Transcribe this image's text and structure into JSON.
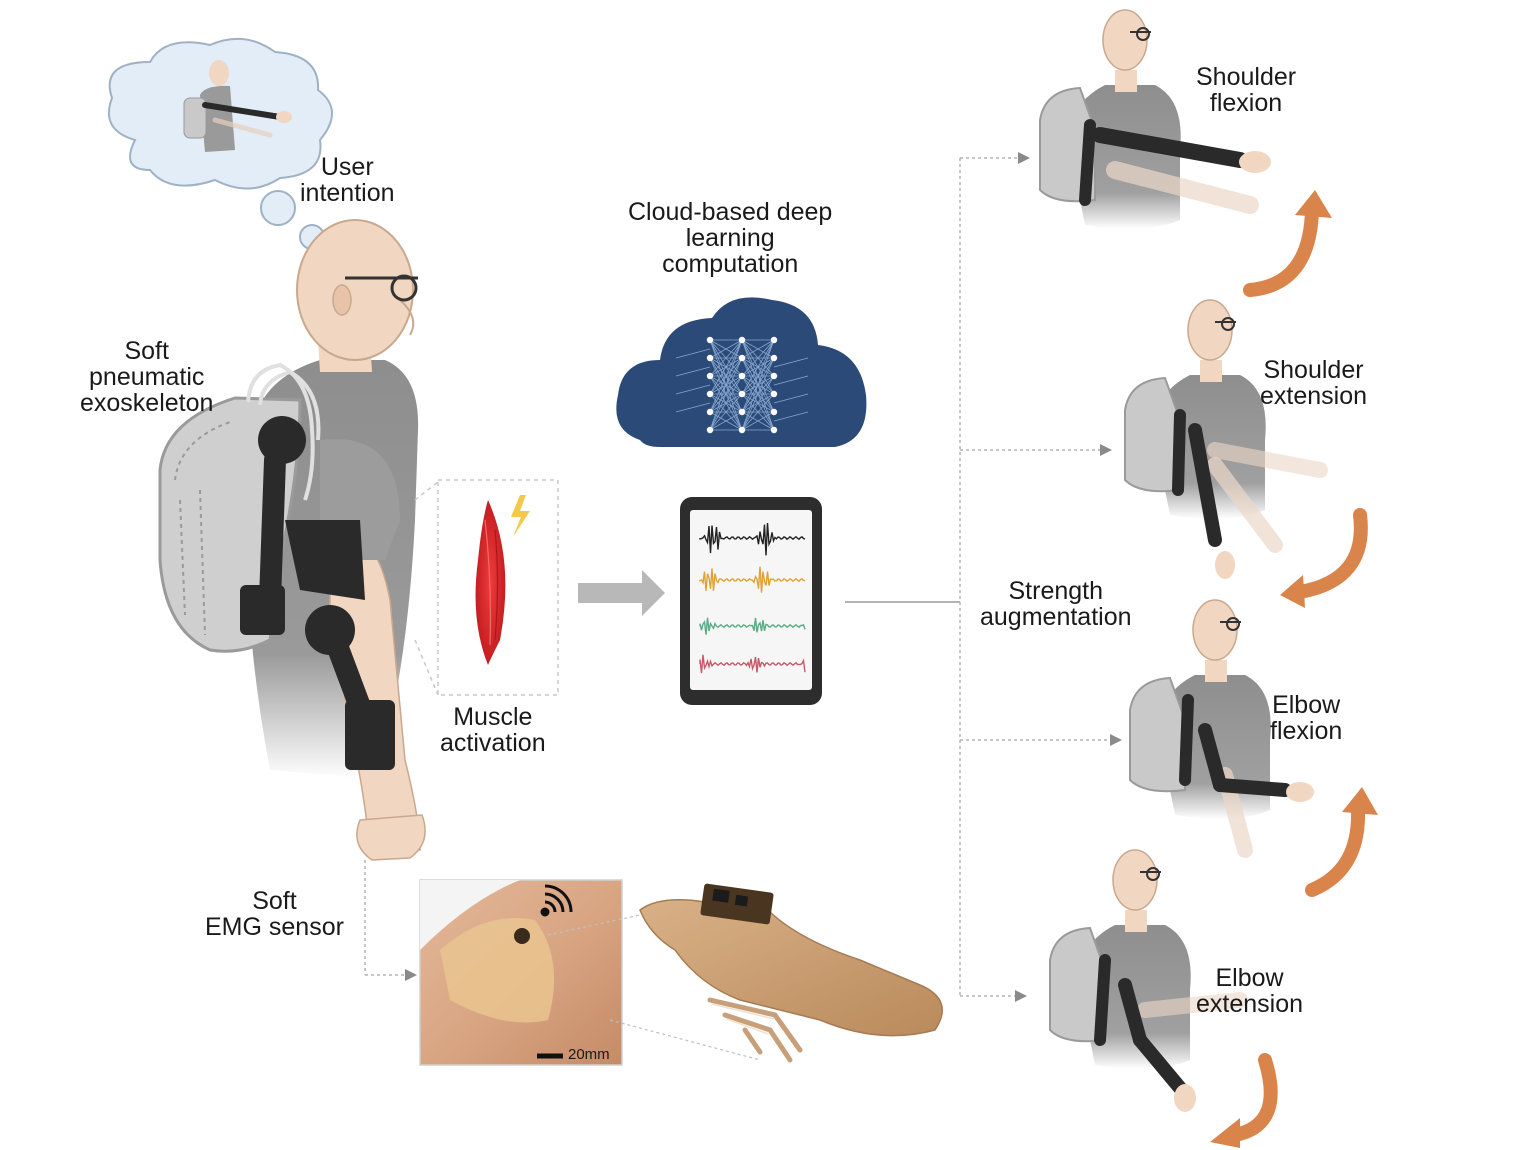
{
  "labels": {
    "user_intention": [
      "User",
      "intention"
    ],
    "soft_exoskeleton": [
      "Soft",
      "pneumatic",
      "exoskeleton"
    ],
    "cloud_computation": [
      "Cloud-based deep",
      "learning",
      "computation"
    ],
    "muscle_activation": [
      "Muscle",
      "activation"
    ],
    "strength_augmentation": [
      "Strength",
      "augmentation"
    ],
    "soft_emg_sensor": [
      "Soft",
      "EMG sensor"
    ],
    "shoulder_flexion": [
      "Shoulder",
      "flexion"
    ],
    "shoulder_extension": [
      "Shoulder",
      "extension"
    ],
    "elbow_flexion": [
      "Elbow",
      "flexion"
    ],
    "elbow_extension": [
      "Elbow",
      "extension"
    ]
  },
  "scale_bar": "20mm",
  "colors": {
    "cloud": "#2c4a78",
    "muscle": "#e0262b",
    "motion_arrow": "#d9844a",
    "exoskeleton": "#2a2a2a",
    "shirt": "#8e8e8e",
    "skin": "#f1d6c2",
    "backpack": "#c9c9c9",
    "sensor": "#c9a074",
    "signal_black": "#222222",
    "signal_orange": "#e0a235",
    "signal_green": "#5bab86",
    "signal_red": "#c65a6a"
  }
}
